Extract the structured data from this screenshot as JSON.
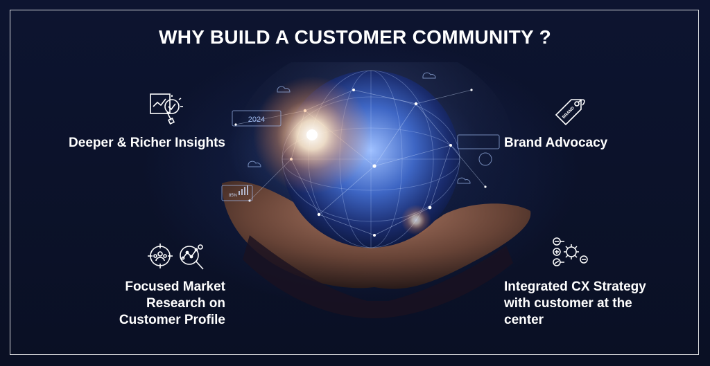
{
  "title": "WHY BUILD A CUSTOMER COMMUNITY ?",
  "benefits": {
    "top_left": "Deeper & Richer Insights",
    "top_right": "Brand Advocacy",
    "bottom_left": [
      "Focused Market",
      "Research on",
      "Customer Profile"
    ],
    "bottom_right": [
      "Integrated CX Strategy",
      "with customer at the",
      "center"
    ]
  },
  "icons": {
    "top_left": "insights-magnifier-icon",
    "top_right": "brand-tag-icon",
    "bottom_left_a": "target-audience-icon",
    "bottom_left_b": "research-magnifier-icon",
    "bottom_right": "cx-gear-strategy-icon"
  },
  "hero_overlay": {
    "year_badge": "2024",
    "percent_badge": "85%"
  },
  "colors": {
    "background": "#0b1126",
    "text": "#ffffff",
    "globe_glow": "#5a86d8",
    "flare": "#fff0d8"
  }
}
